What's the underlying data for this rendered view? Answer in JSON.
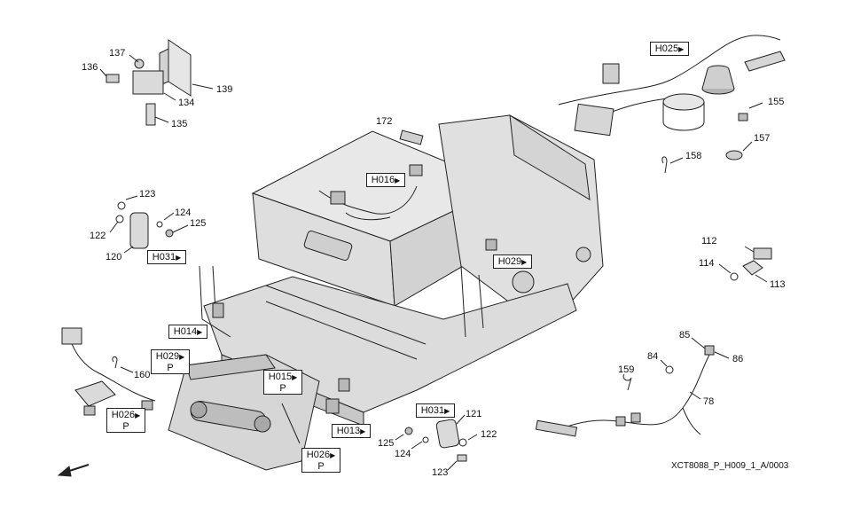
{
  "colors": {
    "ink": "#222222",
    "machine_fill": "#e4e4e4",
    "machine_shade": "#c8c8c8",
    "background": "#ffffff"
  },
  "drawing_id": "XCT8088_P_H009_1_A/0003",
  "part_labels": {
    "p137": "137",
    "p136": "136",
    "p139": "139",
    "p134": "134",
    "p135": "135",
    "p172": "172",
    "p123a": "123",
    "p124a": "124",
    "p125a": "125",
    "p122a": "122",
    "p120": "120",
    "p155": "155",
    "p157": "157",
    "p158": "158",
    "p112": "112",
    "p114": "114",
    "p113": "113",
    "p85": "85",
    "p84": "84",
    "p86": "86",
    "p159": "159",
    "p160": "160",
    "p78": "78",
    "p121": "121",
    "p122b": "122",
    "p125b": "125",
    "p124b": "124",
    "p123b": "123"
  },
  "ref_boxes": {
    "H025": {
      "code": "H025",
      "arrow": "▶",
      "sub": ""
    },
    "H016": {
      "code": "H016",
      "arrow": "▶",
      "sub": ""
    },
    "H031a": {
      "code": "H031",
      "arrow": "▶",
      "sub": ""
    },
    "H029a": {
      "code": "H029",
      "arrow": "▶",
      "sub": ""
    },
    "H014": {
      "code": "H014",
      "arrow": "▶",
      "sub": ""
    },
    "H029b": {
      "code": "H029",
      "arrow": "▶",
      "sub": "P"
    },
    "H015": {
      "code": "H015",
      "arrow": "▶",
      "sub": "P"
    },
    "H026a": {
      "code": "H026",
      "arrow": "▶",
      "sub": "P"
    },
    "H031b": {
      "code": "H031",
      "arrow": "▶",
      "sub": ""
    },
    "H013": {
      "code": "H013",
      "arrow": "▶",
      "sub": ""
    },
    "H026b": {
      "code": "H026",
      "arrow": "▶",
      "sub": "P"
    }
  }
}
